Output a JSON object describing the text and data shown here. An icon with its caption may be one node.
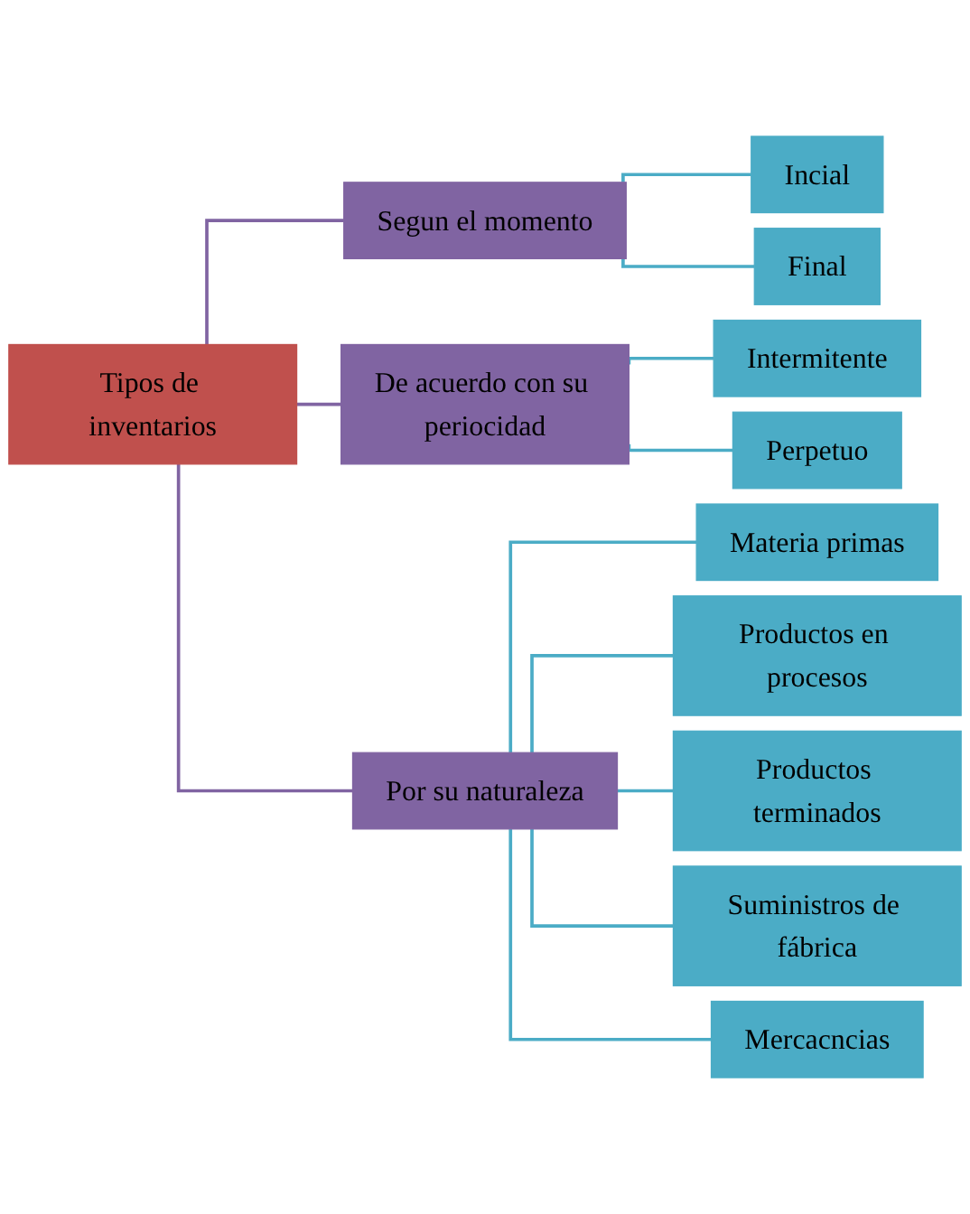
{
  "diagram": {
    "nodes": [
      {
        "text": [
          "Tipos de inventarios"
        ]
      },
      {
        "text": [
          "Segun el momento"
        ]
      },
      {
        "text": [
          "Incial"
        ]
      },
      {
        "text": [
          "Final"
        ]
      },
      {
        "text": [
          "De acuerdo con su periocidad"
        ]
      },
      {
        "text": [
          "Intermitente"
        ]
      },
      {
        "text": [
          "Perpetuo"
        ]
      },
      {
        "text": [
          "Por su naturaleza"
        ]
      },
      {
        "text": [
          "Materia primas"
        ]
      },
      {
        "text": [
          "Productos en procesos"
        ]
      },
      {
        "text": [
          "Productos terminados"
        ]
      },
      {
        "text": [
          "Suministros de fábrica"
        ]
      },
      {
        "text": [
          "Mercacncias"
        ]
      }
    ],
    "edges": [
      {
        "from": 0,
        "to": 1,
        "arrow": "none",
        "color": "#8064a2"
      },
      {
        "from": 1,
        "to": 2,
        "arrow": "none"
      },
      {
        "from": 1,
        "to": 3,
        "arrow": "none"
      },
      {
        "from": 0,
        "to": 4,
        "arrow": "none",
        "color": "#8064a2"
      },
      {
        "from": 4,
        "to": 5,
        "arrow": "none"
      },
      {
        "from": 4,
        "to": 6,
        "arrow": "none"
      },
      {
        "from": 0,
        "to": 7,
        "arrow": "none",
        "color": "#8064a2"
      },
      {
        "from": 7,
        "to": 8,
        "arrow": "none"
      },
      {
        "from": 7,
        "to": 9,
        "arrow": "none"
      },
      {
        "from": 7,
        "to": 10,
        "arrow": "none"
      },
      {
        "from": 7,
        "to": 11,
        "arrow": "none"
      },
      {
        "from": 7,
        "to": 12,
        "arrow": "none"
      }
    ]
  }
}
